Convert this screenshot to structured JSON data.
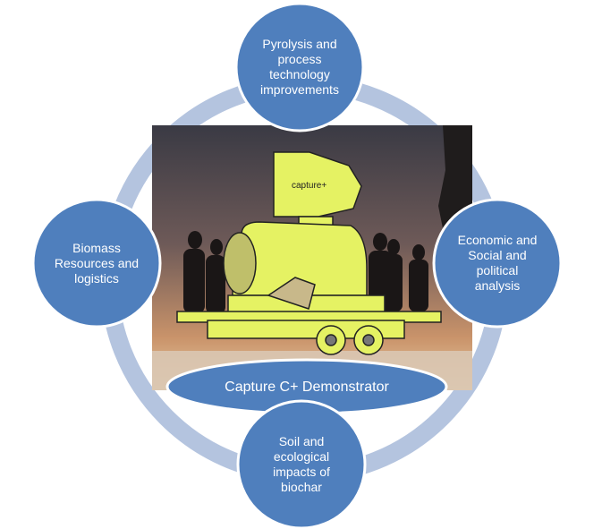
{
  "diagram": {
    "nodes": [
      {
        "id": "top",
        "label": "Pyrolysis and\nprocess\ntechnology\nimprovements"
      },
      {
        "id": "right",
        "label": "Economic and\nSocial and\npolitical\nanalysis"
      },
      {
        "id": "bottom",
        "label": "Soil and\necological\nimpacts of\nbiochar"
      },
      {
        "id": "left",
        "label": "Biomass\nResources and\nlogistics"
      }
    ],
    "center_label": "Capture C+ Demonstrator",
    "photo_machine_label": "capture+"
  },
  "colors": {
    "node_fill": "#4f7fbd",
    "node_stroke": "#ffffff",
    "ring": "#b4c4df",
    "machine": "#e5f263"
  }
}
